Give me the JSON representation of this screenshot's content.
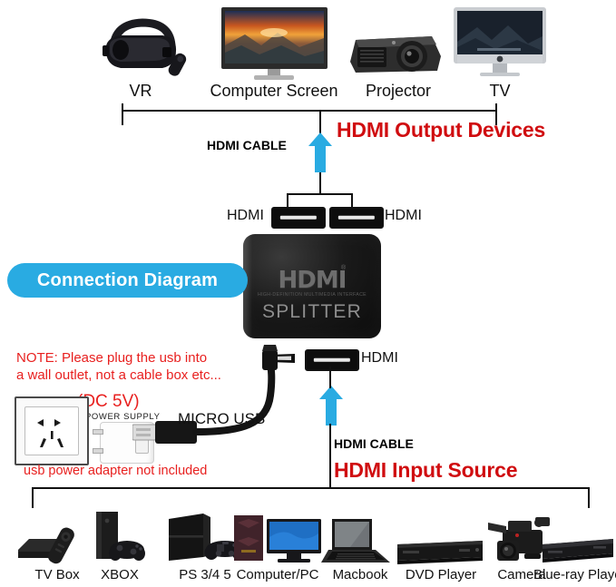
{
  "diagram": {
    "badge_label": "Connection Diagram",
    "badge_color": "#29ABE2",
    "accent_red": "#d00d10",
    "note_color": "#e8201f",
    "arrow_color": "#29ABE2"
  },
  "output_section": {
    "heading": "HDMI Output Devices",
    "cable_label": "HDMI CABLE",
    "devices": [
      {
        "label": "VR",
        "icon": "vr-headset-icon"
      },
      {
        "label": "Computer Screen",
        "icon": "monitor-icon"
      },
      {
        "label": "Projector",
        "icon": "projector-icon"
      },
      {
        "label": "TV",
        "icon": "imac-tv-icon"
      }
    ]
  },
  "splitter": {
    "brand": "HDMI",
    "brand_sub": "HIGH-DEFINITION MULTIMEDIA INTERFACE",
    "model": "SPLITTER",
    "registered_mark": "®",
    "output_port_left_label": "HDMI",
    "output_port_right_label": "HDMI",
    "input_port_label": "HDMI"
  },
  "power": {
    "note_line1": "NOTE: Please plug the usb into",
    "note_line2": "a wall outlet, not a cable box etc...",
    "dc_label": "(DC 5V)",
    "supply_label": "POWER SUPPLY",
    "cable_label": "MICRO USB",
    "disclaimer": "usb power adapter not included"
  },
  "input_section": {
    "heading": "HDMI Input Source",
    "cable_label": "HDMI CABLE",
    "devices": [
      {
        "label": "TV Box",
        "icon": "tv-box-icon"
      },
      {
        "label": "XBOX",
        "icon": "xbox-console-icon"
      },
      {
        "label": "PS 3/4 5",
        "icon": "playstation-console-icon"
      },
      {
        "label": "Computer/PC",
        "icon": "desktop-pc-icon"
      },
      {
        "label": "Macbook",
        "icon": "laptop-icon"
      },
      {
        "label": "DVD Player",
        "icon": "dvd-player-icon"
      },
      {
        "label": "Camera",
        "icon": "camcorder-icon"
      },
      {
        "label": "Blue-ray Player",
        "icon": "bluray-player-icon"
      }
    ]
  }
}
